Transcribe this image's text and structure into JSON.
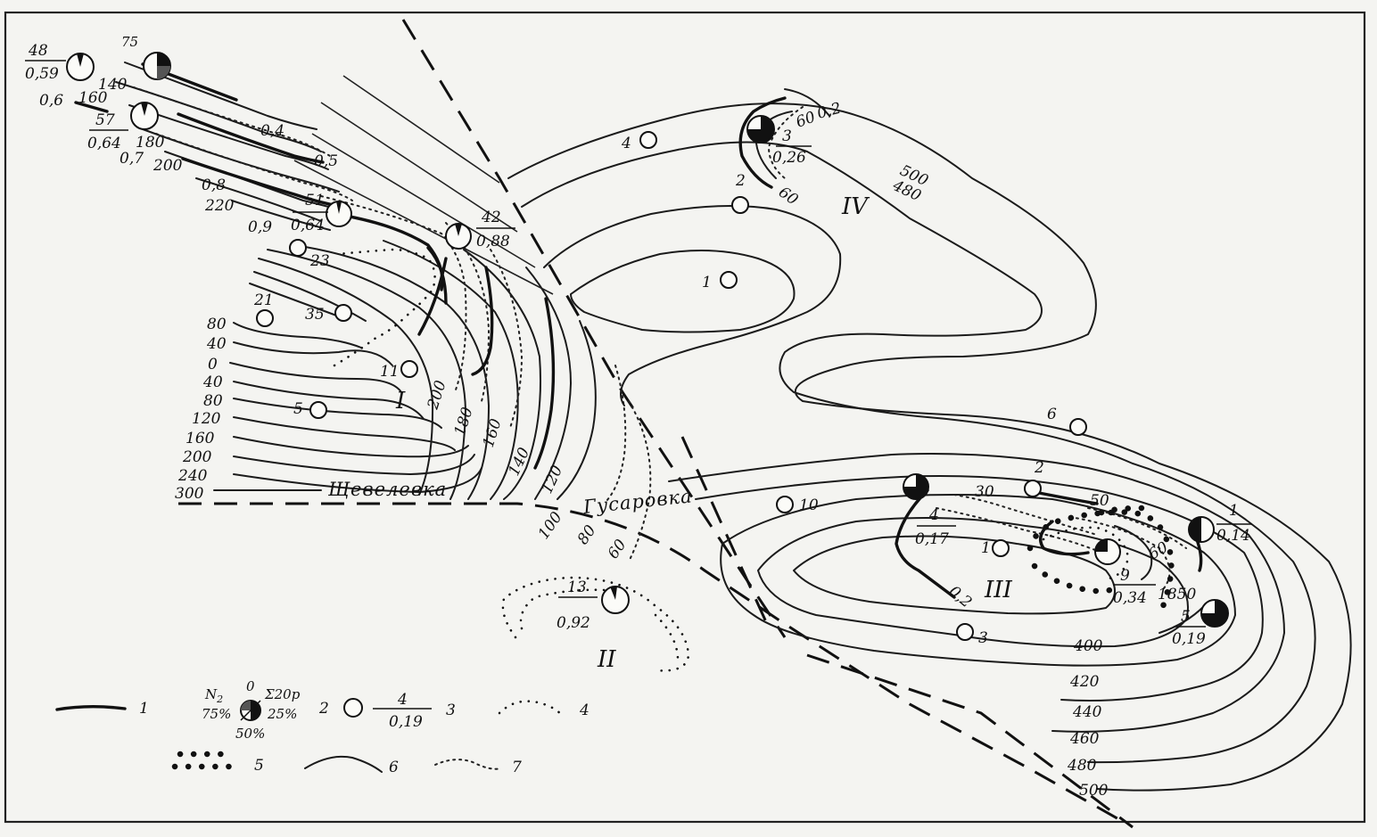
{
  "contour_labels": {
    "c80": "80",
    "c40": "40",
    "c0": "0",
    "c40b": "40",
    "c80b": "80",
    "c120": "120",
    "c160": "160",
    "c200": "200",
    "c240": "240",
    "c300": "300",
    "c200r": "200",
    "c180r": "180",
    "c160r": "160",
    "c140r": "140",
    "c120r": "120",
    "c100": "100",
    "c80r": "80",
    "c60r": "60",
    "nw140": "140",
    "nw160": "160",
    "nw180": "180",
    "nw200": "200",
    "nw220": "220",
    "nw06": "0,6",
    "nw07": "0,7",
    "nw08": "0,8",
    "nw09": "0,9",
    "nw04": "0,4",
    "nw05": "0,5",
    "iv60a": "60",
    "iv60b": "60",
    "iv02": "0,2",
    "iv500": "500",
    "iv480": "480",
    "iii30": "30",
    "iii50": "50",
    "iii60": "60",
    "iii02": "0,2",
    "iii1850": "1850",
    "s400": "400",
    "s420": "420",
    "s440": "440",
    "s460": "460",
    "s480": "480",
    "s500": "500"
  },
  "places": {
    "shchevelevka": "Щевелевка",
    "gusarovka": "Гусаровка"
  },
  "zones": {
    "z1": "I",
    "z2": "II",
    "z3": "III",
    "z4": "IV"
  },
  "wells": {
    "w75": "75",
    "w48": "48",
    "w48v": "0,59",
    "w57": "57",
    "w57v": "0,64",
    "w51": "51",
    "w51v": "0,64",
    "w42": "42",
    "w42v": "0,88",
    "w23": "23",
    "w21": "21",
    "w35": "35",
    "w11": "11",
    "w5": "5",
    "w13": "13",
    "w13v": "0,92",
    "e4": "4",
    "e3": "3",
    "e3v": "0,26",
    "e2": "2",
    "e1": "1",
    "e6": "6",
    "e2b": "2",
    "e10": "10",
    "e4b": "4",
    "e4bv": "0,17",
    "e1b": "1",
    "e9": "9",
    "e9v": "0,34",
    "e1c": "1",
    "e1cv": "0,14",
    "e5": "5",
    "e5v": "0,19",
    "e3b": "3"
  },
  "legend": {
    "n1": "1",
    "n2": "2",
    "n3": "3",
    "n4": "4",
    "n5": "5",
    "n6": "6",
    "n7": "7",
    "gas_n2": "N",
    "gas_n2_sub": "2",
    "gas_zero": "0",
    "gas_sum": "Σ20р",
    "pct75": "75%",
    "pct25": "25%",
    "pct50": "50%",
    "frac_top": "4",
    "frac_bot": "0,19"
  },
  "colors": {
    "ink": "#111111",
    "paper": "#f4f4f1"
  }
}
